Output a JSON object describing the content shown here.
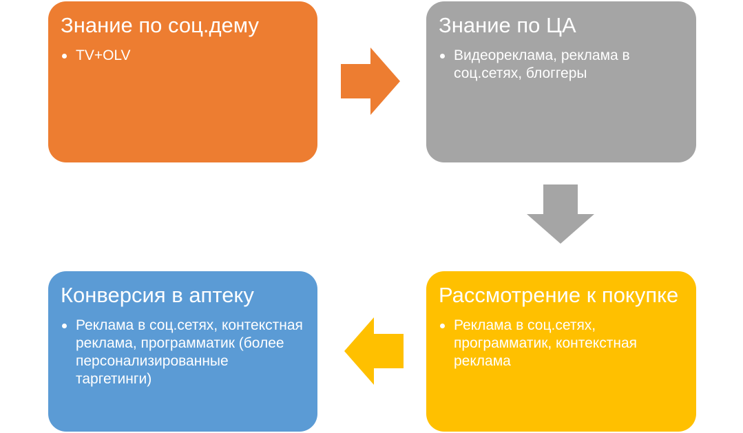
{
  "colors": {
    "box1": "#ED7D31",
    "box2": "#A5A5A5",
    "box3": "#FFC000",
    "box4": "#5B9BD5",
    "arrow_right": "#ED7D31",
    "arrow_down": "#A5A5A5",
    "arrow_left": "#FFC000"
  },
  "boxes": [
    {
      "title": "Знание по соц.дему",
      "bullets": [
        "TV+OLV"
      ]
    },
    {
      "title": "Знание по ЦА",
      "bullets": [
        "Видеореклама, реклама в соц.сетях, блоггеры"
      ]
    },
    {
      "title": "Рассмотрение к покупке",
      "bullets": [
        "Реклама в соц.сетях, программатик, контекстная реклама"
      ]
    },
    {
      "title": "Конверсия в аптеку",
      "bullets": [
        "Реклама в соц.сетях, контекстная реклама, программатик (более персонализированные таргетинги)"
      ]
    }
  ],
  "arrows": [
    {
      "icon": "arrow-right-icon",
      "direction": "right"
    },
    {
      "icon": "arrow-down-icon",
      "direction": "down"
    },
    {
      "icon": "arrow-left-icon",
      "direction": "left"
    }
  ]
}
